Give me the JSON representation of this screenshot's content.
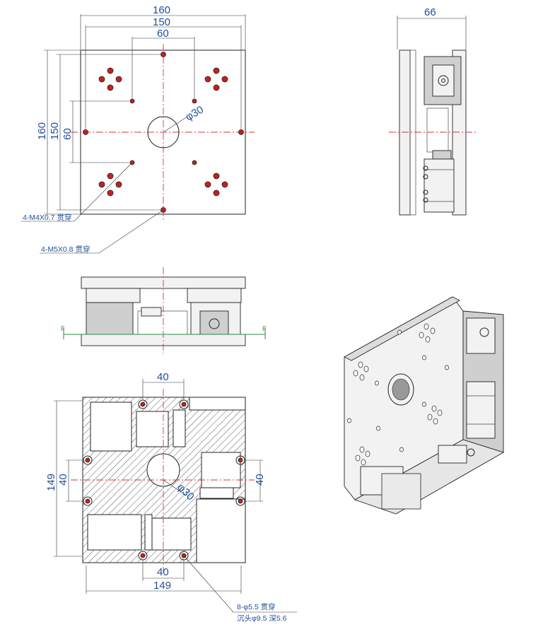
{
  "top_view": {
    "dim_160_h": "160",
    "dim_150_h": "150",
    "dim_60_h": "60",
    "dim_160_v": "160",
    "dim_150_v": "150",
    "dim_60_v": "60",
    "dia_30": "φ30",
    "callout_m4": "4-M4X0.7 贯穿",
    "callout_m5": "4-M5X0.8 贯穿"
  },
  "side_view": {
    "dim_66": "66"
  },
  "front_view": {
    "section_mark_left": "F",
    "section_mark_right": "F"
  },
  "section_view": {
    "dim_40_top": "40",
    "dim_40_bottom": "40",
    "dim_149_bottom": "149",
    "dim_149_left": "149",
    "dim_40_left": "40",
    "dim_40_right": "40",
    "dia_30": "φ30",
    "callout_line1": "8-φ5.5 贯穿",
    "callout_line2": "沉头φ9.5 深5.6"
  }
}
